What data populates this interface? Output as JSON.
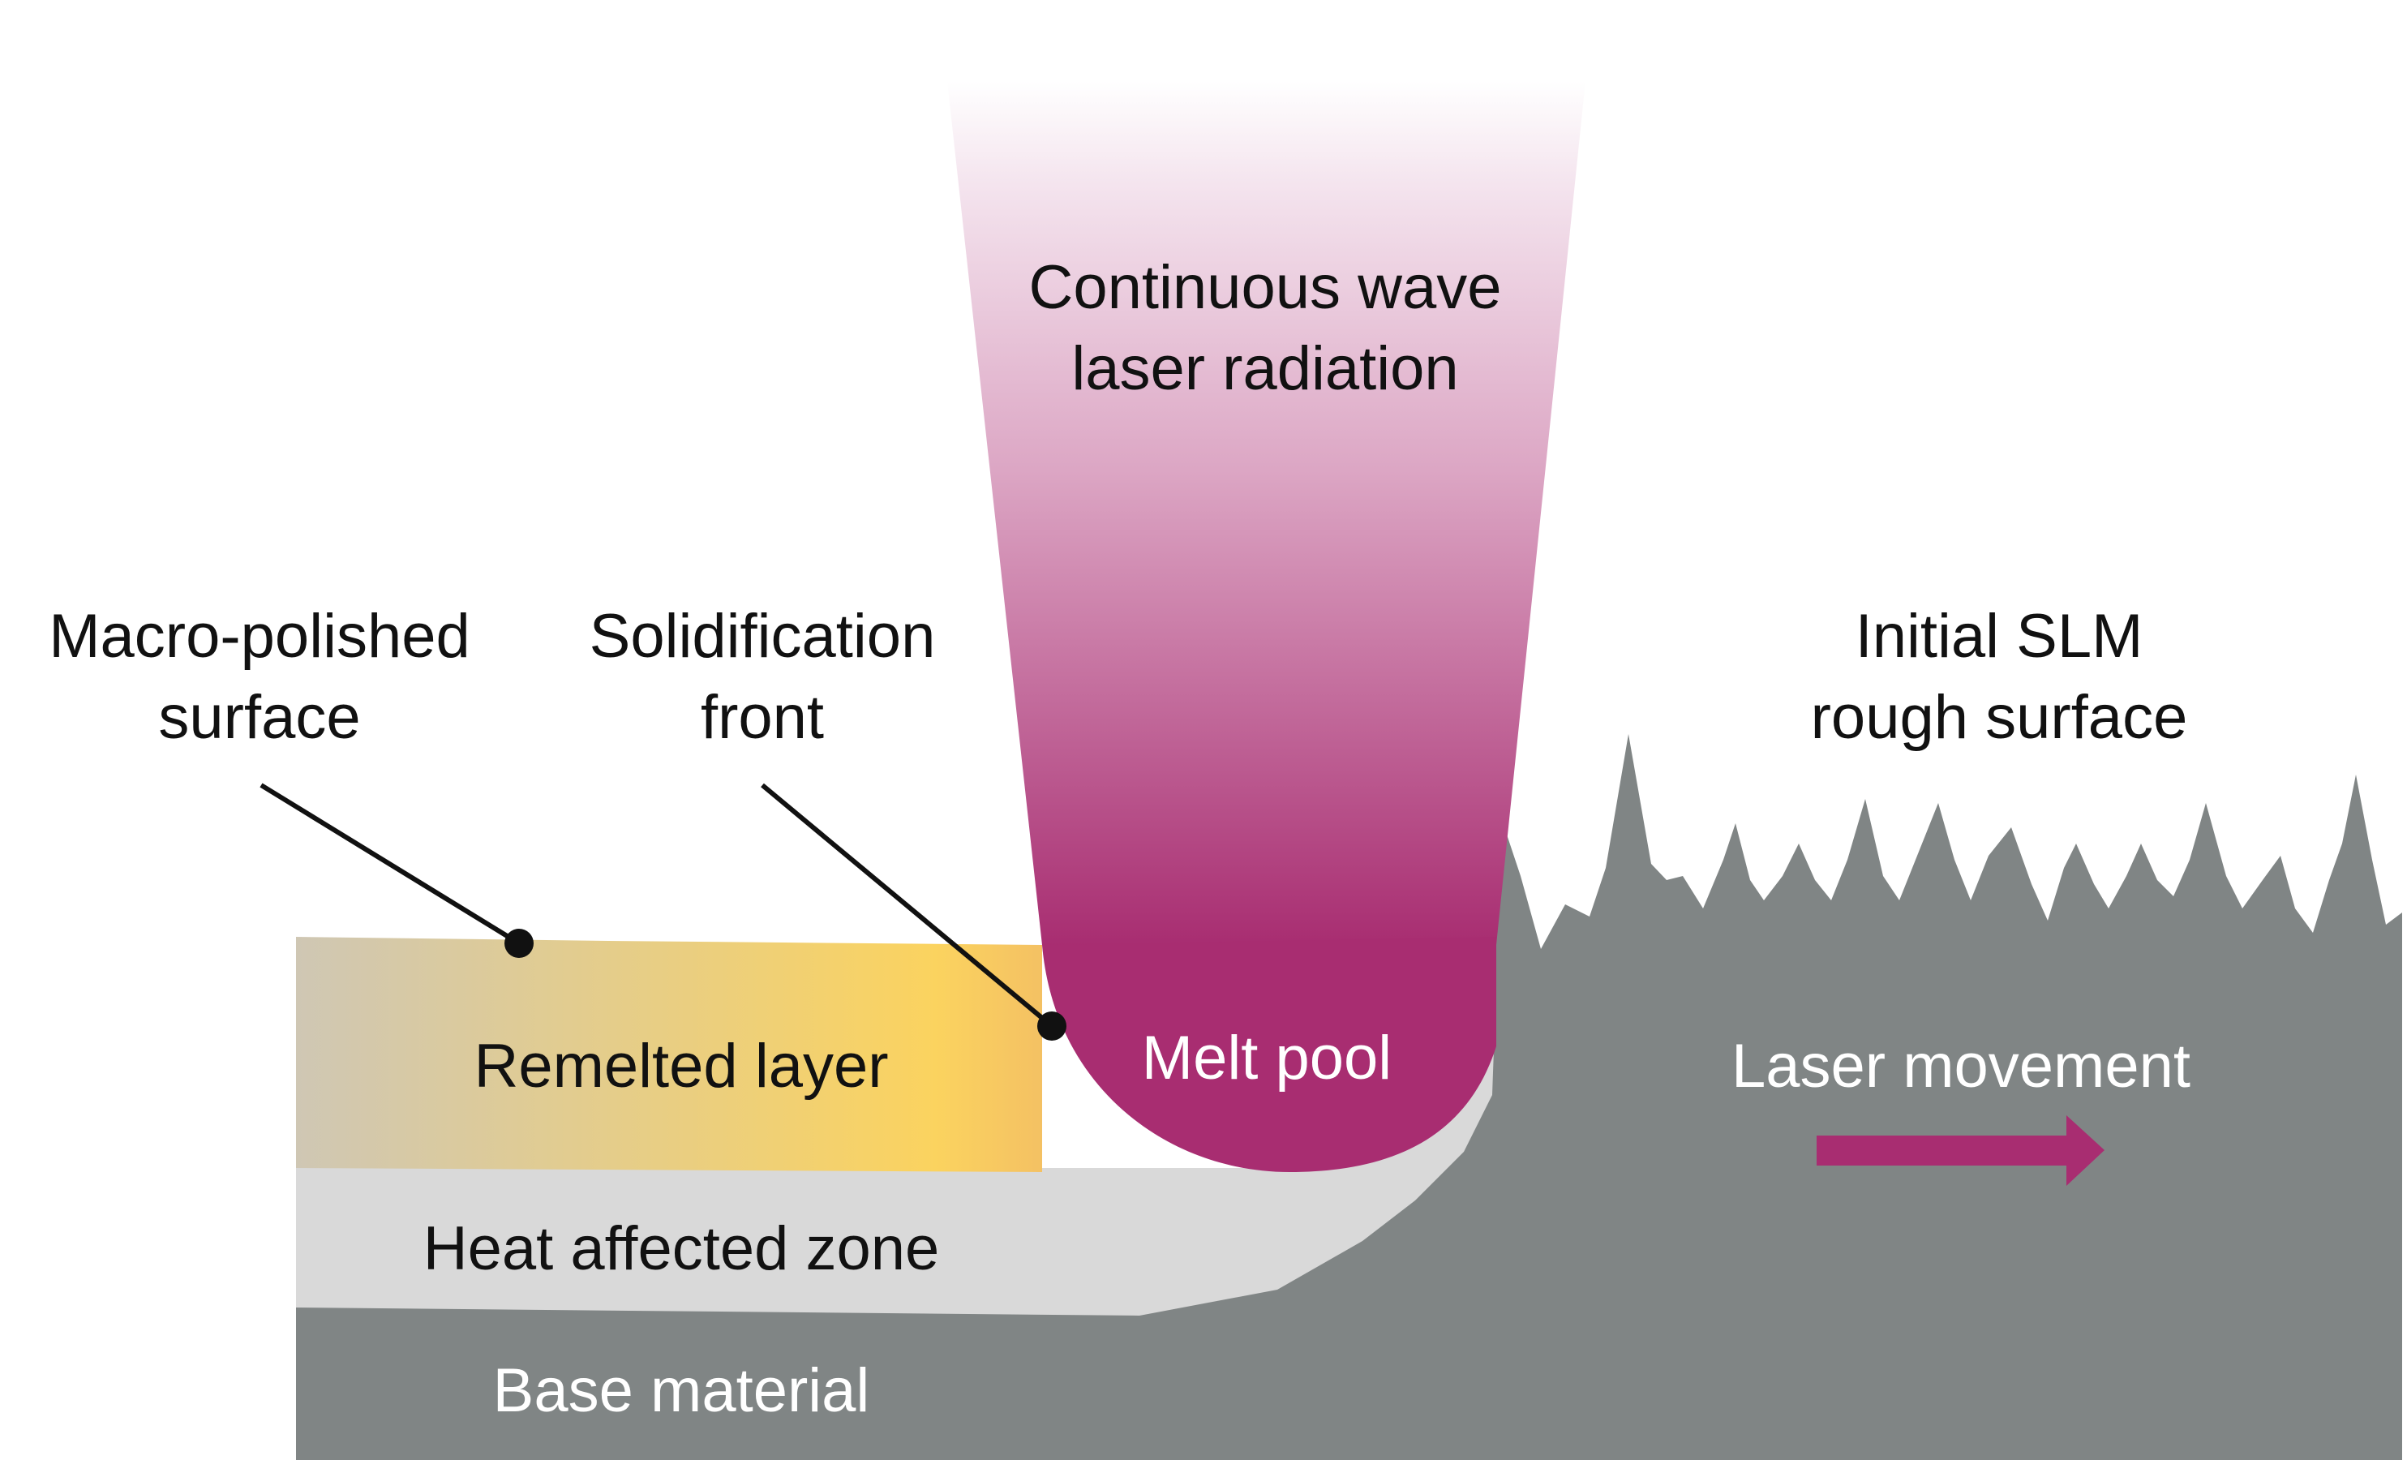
{
  "labels": {
    "laser_line1": "Continuous wave",
    "laser_line2": "laser radiation",
    "macro_line1": "Macro-polished",
    "macro_line2": "surface",
    "solid_line1": "Solidification",
    "solid_line2": "front",
    "initial_line1": "Initial SLM",
    "initial_line2": "rough surface",
    "remelted": "Remelted layer",
    "melt_pool": "Melt pool",
    "heat_zone": "Heat affected zone",
    "base": "Base material",
    "laser_movement": "Laser movement"
  },
  "colors": {
    "base_material": "#808585",
    "heat_affected_zone": "#d9d9d9",
    "melt_pool": "#a82d71",
    "laser_beam": "#a82d71",
    "remelted_start": "#cfc7b4",
    "remelted_mid": "#fbd35f",
    "remelted_end": "#dd8a6e",
    "arrow": "#a82d71"
  },
  "icons": [
    "arrow-right-icon",
    "leader-dot-icon"
  ]
}
